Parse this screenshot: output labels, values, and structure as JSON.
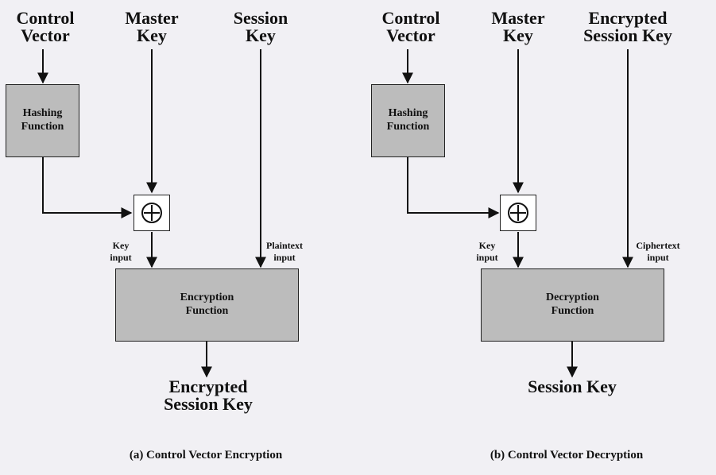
{
  "panel_a": {
    "control_vector": "Control\nVector",
    "master_key": "Master\nKey",
    "session_key": "Session\nKey",
    "hashing_function": "Hashing\nFunction",
    "key_input": "Key\ninput",
    "plaintext_input": "Plaintext\ninput",
    "function_box": "Encryption\nFunction",
    "output": "Encrypted\nSession Key",
    "caption": "(a) Control Vector Encryption"
  },
  "panel_b": {
    "control_vector": "Control\nVector",
    "master_key": "Master\nKey",
    "session_key": "Encrypted\nSession Key",
    "hashing_function": "Hashing\nFunction",
    "key_input": "Key\ninput",
    "plaintext_input": "Ciphertext\ninput",
    "function_box": "Decryption\nFunction",
    "output": "Session Key",
    "caption": "(b) Control Vector Decryption"
  },
  "xor_symbol": "⊕"
}
